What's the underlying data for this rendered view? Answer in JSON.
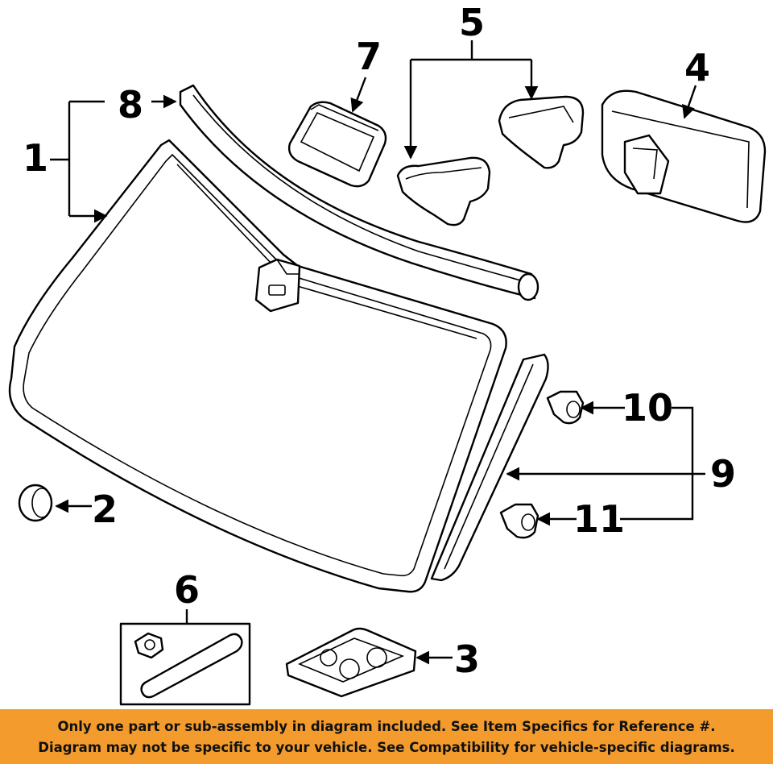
{
  "callouts": {
    "c1": "1",
    "c2": "2",
    "c3": "3",
    "c4": "4",
    "c5": "5",
    "c6": "6",
    "c7": "7",
    "c8": "8",
    "c9": "9",
    "c10": "10",
    "c11": "11"
  },
  "footer": {
    "line1": "Only one part or sub-assembly in diagram included. See Item Specifics for Reference #.",
    "line2": "Diagram may not be specific to your vehicle. See Compatibility for vehicle-specific diagrams."
  },
  "colors": {
    "footer_bg": "#f39b2d",
    "ink": "#000000"
  }
}
